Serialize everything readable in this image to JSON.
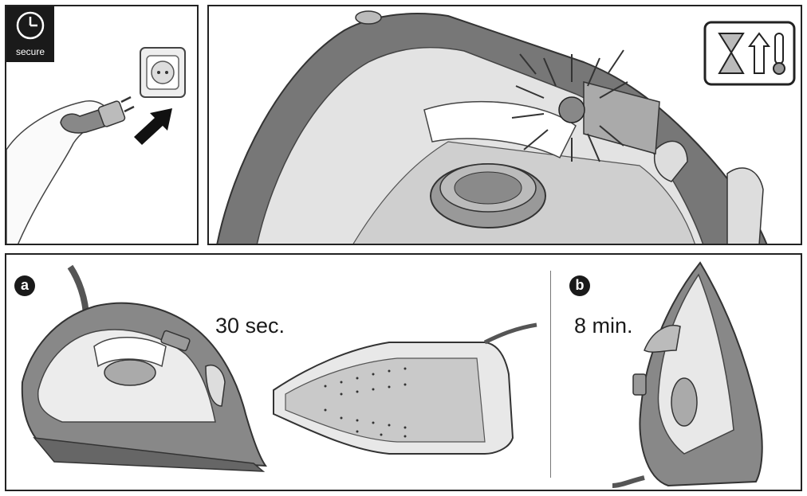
{
  "panel_top_left": {
    "secure_label": "secure",
    "icons": [
      "clock-icon",
      "plug-icon",
      "wall-socket-icon",
      "hand-icon",
      "arrow-icon"
    ]
  },
  "panel_top_right": {
    "icons": [
      "iron-closeup-icon",
      "temperature-dial-icon",
      "hourglass-heat-symbol-icon"
    ]
  },
  "panel_bottom": {
    "step_a": {
      "badge": "a",
      "time": "30 sec.",
      "icons": [
        "iron-side-view-icon",
        "iron-soleplate-icon"
      ]
    },
    "step_b": {
      "badge": "b",
      "time": "8 min.",
      "icons": [
        "iron-upright-icon"
      ]
    }
  },
  "colors": {
    "border": "#222222",
    "iron_dark": "#6e6e6e",
    "iron_mid": "#b5b5b5",
    "iron_light": "#e6e6e6",
    "badge": "#1a1a1a"
  }
}
